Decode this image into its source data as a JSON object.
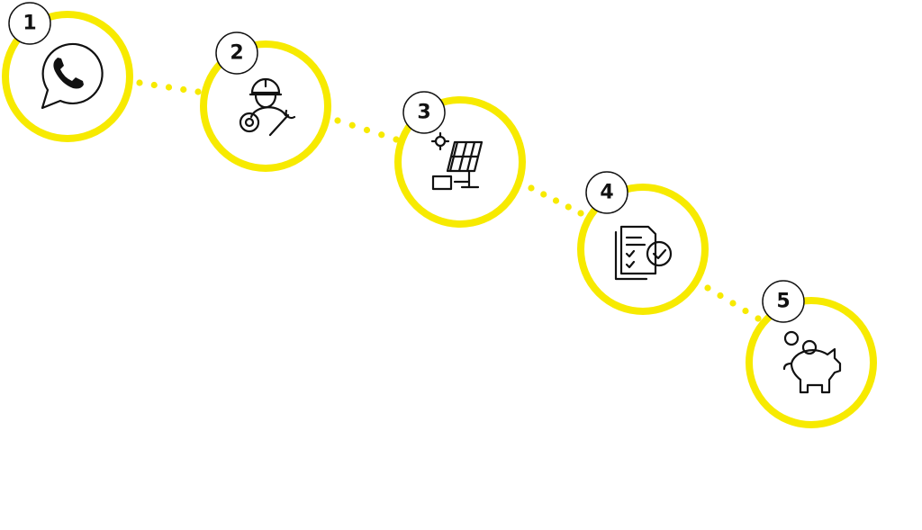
{
  "colors": {
    "accent": "#f7ea00",
    "outline": "#111111"
  },
  "steps": [
    {
      "number": "1",
      "icon": "whatsapp-icon"
    },
    {
      "number": "2",
      "icon": "technician-icon"
    },
    {
      "number": "3",
      "icon": "solar-panel-icon"
    },
    {
      "number": "4",
      "icon": "document-check-icon"
    },
    {
      "number": "5",
      "icon": "piggy-bank-icon"
    }
  ]
}
